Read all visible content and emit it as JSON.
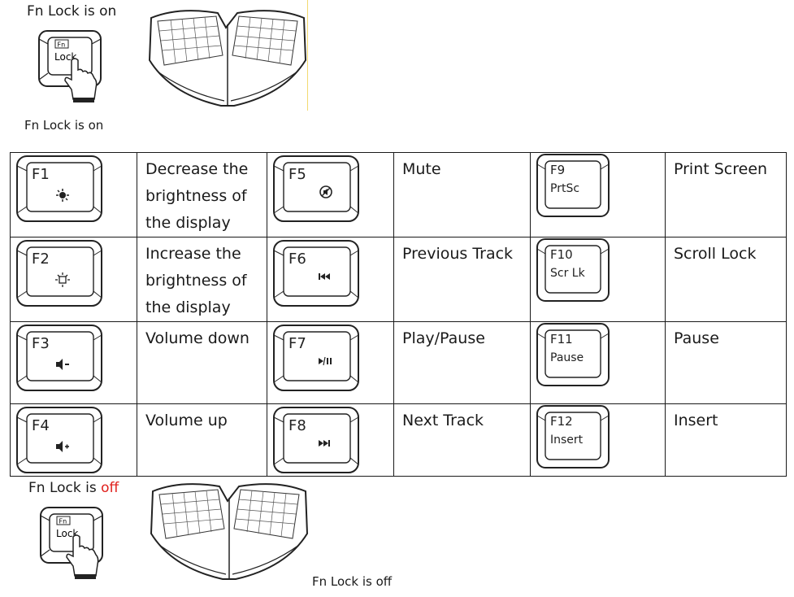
{
  "top": {
    "title_prefix": "Fn Lock is on",
    "fn_key_line1": "Fn",
    "fn_key_line2": "Lock",
    "caption": "Fn Lock is on"
  },
  "bottom": {
    "title_prefix": "Fn Lock is ",
    "title_state": "off",
    "fn_key_line1": "Fn",
    "fn_key_line2": "Lock",
    "caption": "Fn Lock is off"
  },
  "colors": {
    "off_state": "#e0201c",
    "text": "#1a1a1a"
  },
  "rows": [
    [
      {
        "key": "F1",
        "glyph": "brightness-down-icon",
        "desc": "Decrease the brightness of the display"
      },
      {
        "key": "F5",
        "glyph": "mute-icon",
        "desc": "Mute"
      },
      {
        "key": "F9",
        "sub": "PrtSc",
        "desc": "Print Screen"
      }
    ],
    [
      {
        "key": "F2",
        "glyph": "brightness-up-icon",
        "desc": "Increase the brightness of the display"
      },
      {
        "key": "F6",
        "glyph": "previous-track-icon",
        "desc": "Previous Track"
      },
      {
        "key": "F10",
        "sub": "Scr Lk",
        "desc": "Scroll Lock"
      }
    ],
    [
      {
        "key": "F3",
        "glyph": "volume-down-icon",
        "desc": "Volume down"
      },
      {
        "key": "F7",
        "glyph": "play-pause-icon",
        "desc": "Play/Pause"
      },
      {
        "key": "F11",
        "sub": "Pause",
        "desc": "Pause"
      }
    ],
    [
      {
        "key": "F4",
        "glyph": "volume-up-icon",
        "desc": "Volume up"
      },
      {
        "key": "F8",
        "glyph": "next-track-icon",
        "desc": "Next Track"
      },
      {
        "key": "F12",
        "sub": "Insert",
        "desc": "Insert"
      }
    ]
  ]
}
